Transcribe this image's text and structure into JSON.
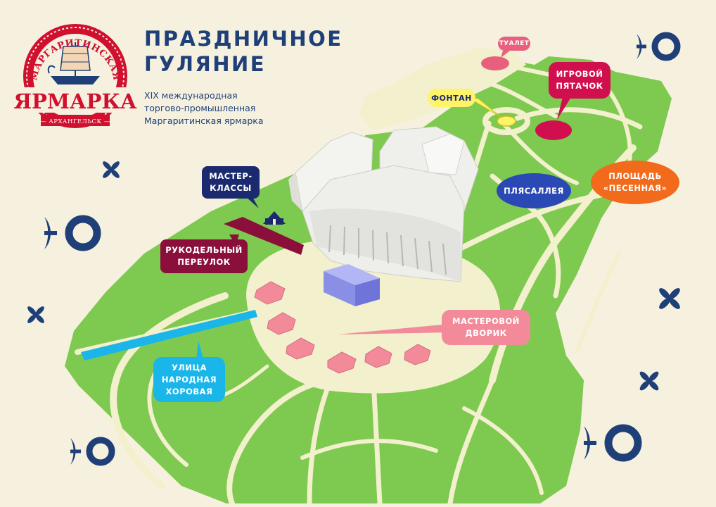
{
  "header": {
    "title_line1": "ПРАЗДНИЧНОЕ",
    "title_line2": "ГУЛЯНИЕ",
    "subtitle_line1": "XIX международная",
    "subtitle_line2": "торгово-промышленная",
    "subtitle_line3": "Маргаритинская ярмарка"
  },
  "logo": {
    "arc_text": "МАРГАРИТИНСКАЯ",
    "main_text": "ЯРМАРКА",
    "city_text": "АРХАНГЕЛЬСК"
  },
  "map_labels": {
    "toilet": "ТУАЛЕТ",
    "fountain": "ФОНТАН",
    "game_area_line1": "ИГРОВОЙ",
    "game_area_line2": "ПЯТАЧОК",
    "square_line1": "ПЛОЩАДЬ",
    "square_line2": "«ПЕСЕННАЯ»",
    "dance_alley": "ПЛЯСАЛЛЕЯ",
    "master_classes_line1": "МАСТЕР-",
    "master_classes_line2": "КЛАССЫ",
    "craft_lane_line1": "РУКОДЕЛЬНЫЙ",
    "craft_lane_line2": "ПЕРЕУЛОК",
    "master_yard_line1": "МАСТЕРОВОЙ",
    "master_yard_line2": "ДВОРИК",
    "choir_street_line1": "УЛИЦА",
    "choir_street_line2": "НАРОДНАЯ",
    "choir_street_line3": "ХОРОВАЯ"
  },
  "colors": {
    "background": "#f6f1df",
    "lawn": "#7ec94f",
    "path": "#f2f0cd",
    "accent_blue": "#1f3f78",
    "navy": "#1b2a6e",
    "pink": "#e8607d",
    "crimson": "#d10f4f",
    "maroon": "#8a0f3a",
    "orange": "#f26a1b",
    "royal_blue": "#2a49b5",
    "cyan": "#1ab6ea",
    "salmon": "#f28a9a",
    "yellow": "#fff36a"
  },
  "icons": [
    "fish-ornament-icon",
    "flower-ornament-icon",
    "tent-icon"
  ]
}
